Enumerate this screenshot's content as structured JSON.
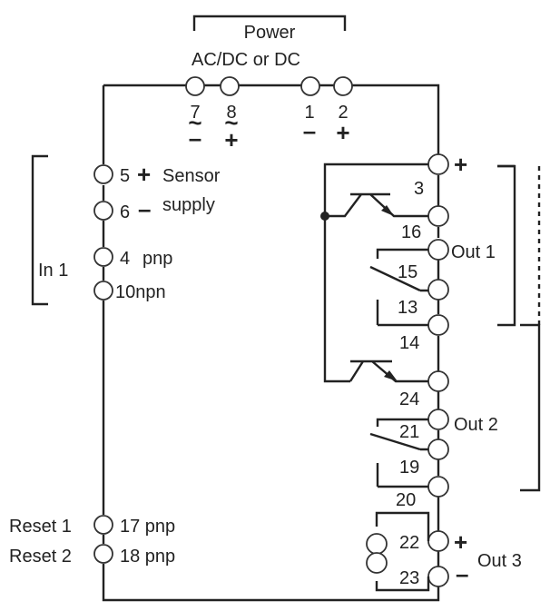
{
  "power": {
    "title": "Power",
    "subtitle": "AC/DC or DC",
    "t7": "7",
    "t8": "8",
    "t1": "1",
    "t2": "2",
    "tilde": "~",
    "minus": "–",
    "plus": "+"
  },
  "left": {
    "t5": "5",
    "sensor": "Sensor",
    "t6": "6",
    "supply": "supply",
    "t4": "4",
    "pnp": "pnp",
    "t10npn": "10npn",
    "in1": "In 1",
    "reset1": "Reset 1",
    "t17pnp": "17 pnp",
    "reset2": "Reset 2",
    "t18pnp": "18 pnp",
    "plus": "+",
    "minus": "–"
  },
  "right": {
    "t3": "3",
    "t16": "16",
    "out1": "Out 1",
    "t15": "15",
    "t13": "13",
    "t14": "14",
    "t24": "24",
    "out2": "Out 2",
    "t21": "21",
    "t19": "19",
    "t20": "20",
    "t22": "22",
    "t23": "23",
    "out3": "Out 3",
    "plus": "+",
    "minus": "–"
  }
}
